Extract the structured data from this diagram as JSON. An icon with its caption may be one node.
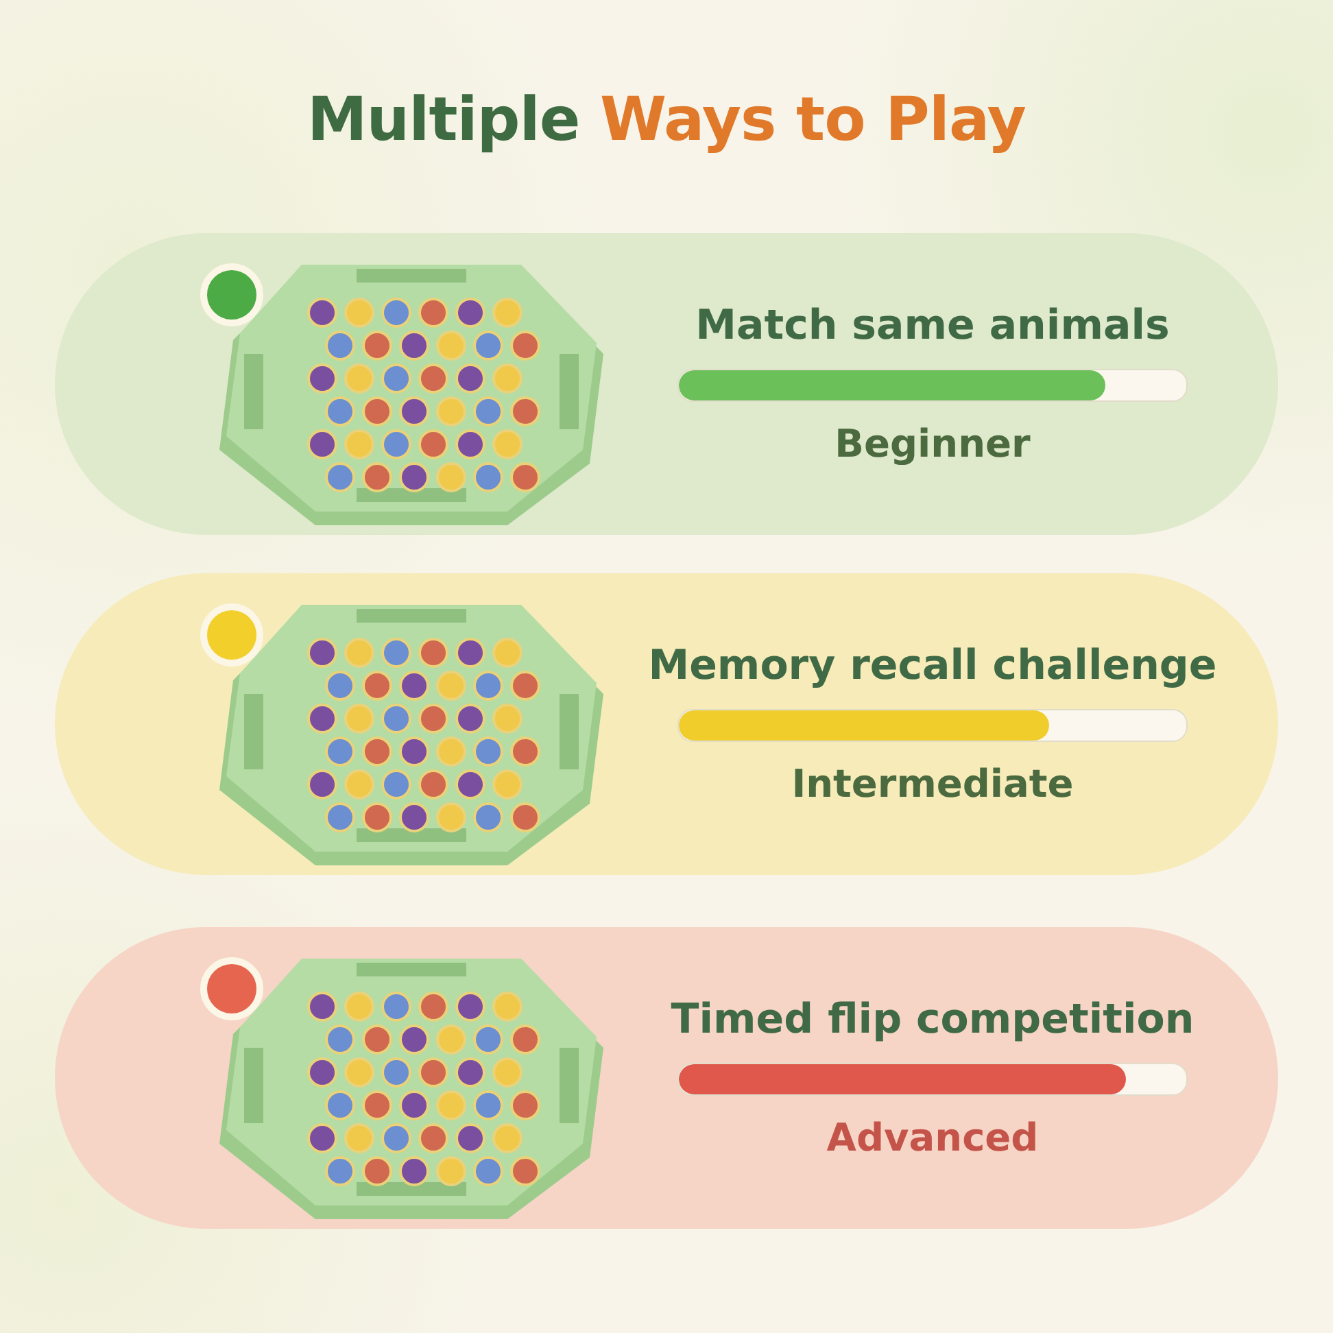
{
  "diagram": {
    "title": "Multiple Ways to Play",
    "nodes": [
      {
        "text": [
          "Match same animals",
          "Beginner"
        ]
      },
      {
        "text": [
          "Memory recall challenge",
          "Intermediate"
        ]
      },
      {
        "text": [
          "Timed flip competition",
          "Advanced"
        ]
      }
    ]
  }
}
